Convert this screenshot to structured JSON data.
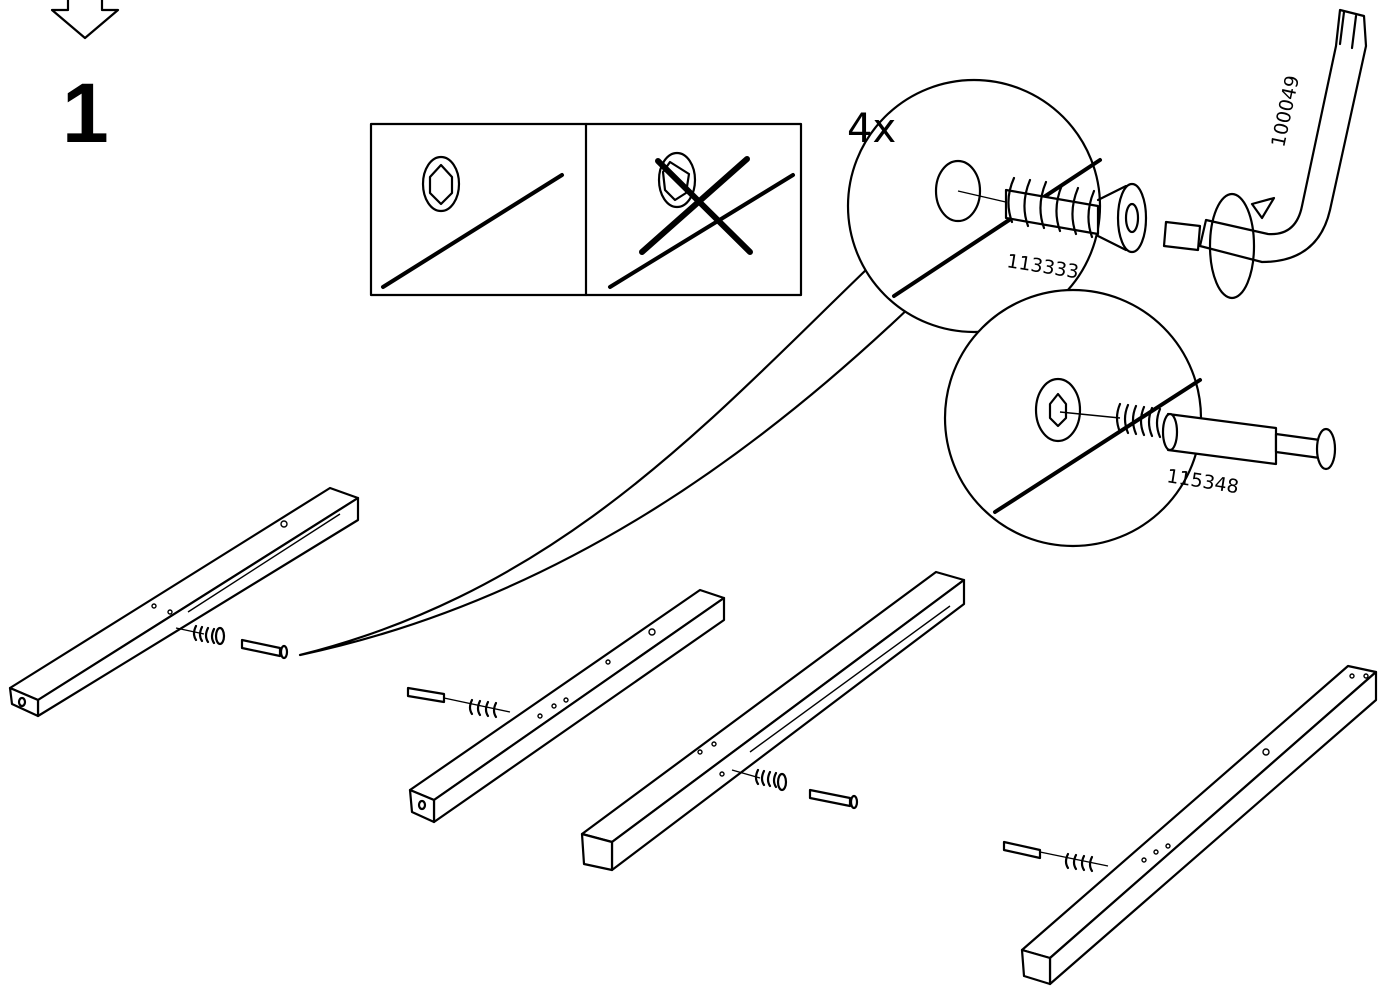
{
  "step": {
    "number": "1"
  },
  "detail": {
    "quantity": "4x",
    "cam_screw_part": "113333",
    "allen_key_part": "100049",
    "dowel_part": "115348"
  },
  "icons": [
    "down-arrow-icon",
    "cross-mark-icon",
    "rotation-arrow-icon",
    "allen-key-icon"
  ]
}
